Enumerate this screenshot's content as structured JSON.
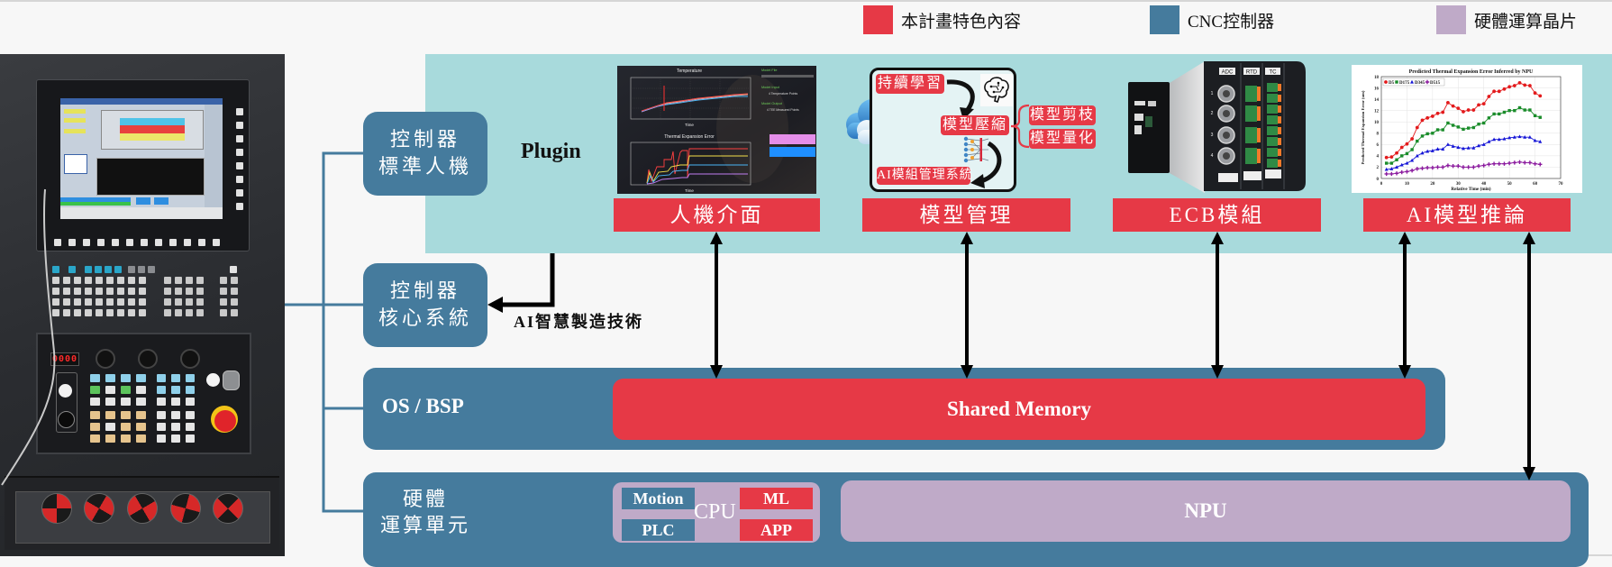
{
  "colors": {
    "red": "#e63946",
    "blue": "#457b9d",
    "purple": "#bfaac8",
    "teal": "#a8dadc"
  },
  "legend": [
    {
      "label": "本計畫特色內容",
      "color": "#e63946"
    },
    {
      "label": "CNC控制器",
      "color": "#457b9d"
    },
    {
      "label": "硬體運算晶片",
      "color": "#bfaac8"
    }
  ],
  "cnc_panel": {
    "led": "0000"
  },
  "boxes": {
    "hmi": {
      "line1": "控制器",
      "line2": "標準人機"
    },
    "core": {
      "line1": "控制器",
      "line2": "核心系統"
    }
  },
  "plugin": {
    "label": "Plugin"
  },
  "modules": [
    {
      "label": "人機介面"
    },
    {
      "label": "模型管理"
    },
    {
      "label": "ECB模組"
    },
    {
      "label": "AI模型推論"
    }
  ],
  "ai_tech_label": "AI智慧製造技術",
  "os_bsp": {
    "label": "OS / BSP",
    "shared_memory": "Shared Memory"
  },
  "hardware": {
    "line1": "硬體",
    "line2": "運算單元",
    "cpu": "CPU",
    "motion": "Motion",
    "plc": "PLC",
    "ml": "ML",
    "app": "APP",
    "npu": "NPU"
  },
  "model_mgmt": {
    "continuous_learning": "持續學習",
    "compression": "模型壓縮",
    "pruning": "模型剪枝",
    "quantization": "模型量化",
    "system": "AI模組管理系統"
  },
  "hmi_screenshot": {
    "top_title": "Temperature",
    "bottom_title": "Thermal Expansion Error",
    "x_label": "Time",
    "model_file": "Model File",
    "model_input": "Model Input",
    "model_input_value": "4 Temperature Points",
    "model_output": "Model Output",
    "model_output_value": "4 TEE Measured Points"
  },
  "ecb": {
    "columns": [
      "ADC",
      "RTD",
      "TC"
    ],
    "channels": [
      "1",
      "2",
      "3",
      "4"
    ]
  },
  "chart_data": {
    "type": "line",
    "title": "Predicted Thermal Expansion Error Inferred by NPU",
    "xlabel": "Relative Time (min)",
    "ylabel": "Predicted Thermal Expansion Error (um)",
    "xlim": [
      0,
      70
    ],
    "ylim": [
      0,
      18
    ],
    "xticks": [
      0,
      10,
      20,
      30,
      40,
      50,
      60,
      70
    ],
    "yticks": [
      0,
      2,
      4,
      6,
      8,
      10,
      12,
      14,
      16,
      18
    ],
    "grid": true,
    "legend_position": "top-left",
    "x": [
      2,
      4,
      6,
      8,
      10,
      12,
      14,
      16,
      18,
      20,
      22,
      24,
      26,
      28,
      30,
      32,
      34,
      36,
      38,
      40,
      42,
      44,
      46,
      48,
      50,
      52,
      54,
      56,
      58,
      60,
      62
    ],
    "series": [
      {
        "name": "D5",
        "color": "#e31a1c",
        "marker": "circle",
        "values": [
          3.7,
          3.8,
          4.5,
          5.5,
          6.1,
          7.0,
          9.0,
          10.3,
          10.7,
          11.0,
          11.5,
          11.7,
          13.4,
          12.8,
          12.4,
          11.8,
          12.1,
          12.1,
          13.0,
          13.2,
          14.5,
          15.4,
          15.4,
          15.8,
          16.2,
          16.4,
          16.9,
          16.5,
          16.4,
          15.1,
          14.6
        ]
      },
      {
        "name": "D175",
        "color": "#1a8c2a",
        "marker": "square",
        "values": [
          2.7,
          2.7,
          3.3,
          4.0,
          4.4,
          5.1,
          6.6,
          7.5,
          7.9,
          8.0,
          8.6,
          8.6,
          9.8,
          9.4,
          9.1,
          8.7,
          8.9,
          9.0,
          9.6,
          9.8,
          10.7,
          11.4,
          11.4,
          11.7,
          12.0,
          12.0,
          12.5,
          12.1,
          12.1,
          11.1,
          10.8
        ]
      },
      {
        "name": "D345",
        "color": "#1515d6",
        "marker": "triangle",
        "values": [
          1.6,
          1.7,
          2.0,
          2.4,
          2.7,
          3.2,
          4.0,
          4.5,
          4.8,
          4.9,
          5.2,
          5.2,
          6.0,
          5.7,
          5.5,
          5.3,
          5.4,
          5.4,
          5.8,
          6.0,
          6.5,
          6.9,
          6.9,
          7.0,
          7.2,
          7.3,
          7.4,
          7.3,
          7.3,
          6.7,
          6.5
        ]
      },
      {
        "name": "D515",
        "color": "#8b1a9e",
        "marker": "plus",
        "values": [
          0.8,
          0.8,
          0.9,
          1.1,
          1.2,
          1.4,
          1.7,
          1.8,
          1.9,
          1.9,
          2.0,
          2.0,
          2.3,
          2.2,
          2.2,
          2.0,
          2.0,
          2.0,
          2.2,
          2.3,
          2.5,
          2.6,
          2.6,
          2.6,
          2.7,
          2.8,
          2.9,
          2.8,
          2.8,
          2.6,
          2.5
        ]
      }
    ]
  }
}
